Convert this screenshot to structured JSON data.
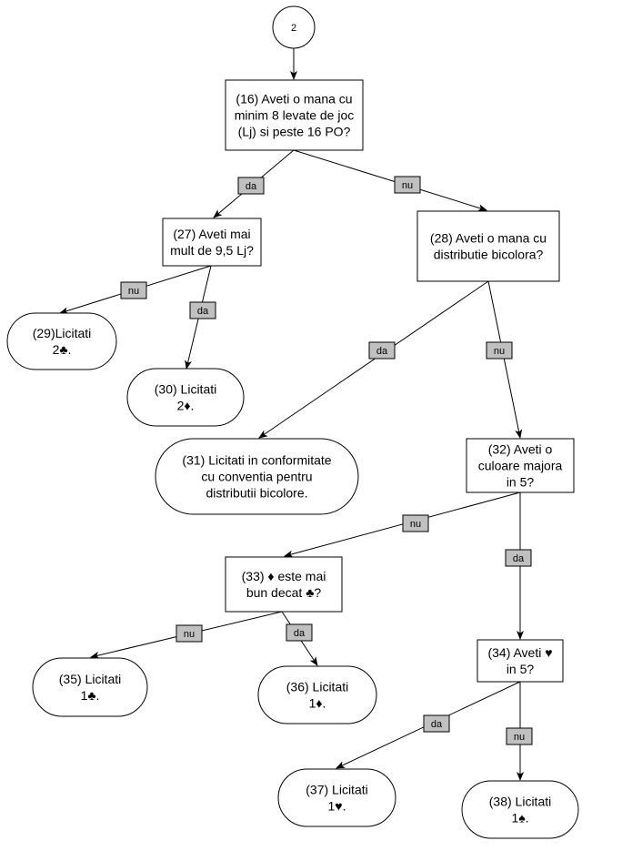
{
  "connector": {
    "label": "2"
  },
  "nodes": [
    {
      "id": "n16",
      "lines": [
        "(16) Aveti o mana cu",
        "minim 8 levate de joc",
        "(Lj) si peste 16 PO?"
      ]
    },
    {
      "id": "n27",
      "lines": [
        "(27) Aveti mai",
        "mult de 9,5 Lj?"
      ]
    },
    {
      "id": "n28",
      "lines": [
        "(28) Aveti o mana cu",
        "distributie bicolora?"
      ]
    },
    {
      "id": "n29",
      "lines": [
        "(29)Licitati",
        "2♣."
      ]
    },
    {
      "id": "n30",
      "lines": [
        "(30) Licitati",
        "2♦."
      ]
    },
    {
      "id": "n31",
      "lines": [
        "(31) Licitati in conformitate",
        "cu conventia pentru",
        "distributii bicolore."
      ]
    },
    {
      "id": "n32",
      "lines": [
        "(32) Aveti o",
        "culoare majora",
        "in 5?"
      ]
    },
    {
      "id": "n33",
      "lines": [
        "(33) ♦ este mai",
        "bun decat ♣?"
      ]
    },
    {
      "id": "n34",
      "lines": [
        "(34) Aveti ♥",
        "in 5?"
      ]
    },
    {
      "id": "n35",
      "lines": [
        "(35) Licitati",
        "1♣."
      ]
    },
    {
      "id": "n36",
      "lines": [
        "(36) Licitati",
        "1♦."
      ]
    },
    {
      "id": "n37",
      "lines": [
        "(37) Licitati",
        "1♥."
      ]
    },
    {
      "id": "n38",
      "lines": [
        "(38) Licitati",
        "1♠."
      ]
    }
  ],
  "edges": [
    {
      "id": "c-16",
      "label": ""
    },
    {
      "id": "16-27",
      "label": "da"
    },
    {
      "id": "16-28",
      "label": "nu"
    },
    {
      "id": "27-29",
      "label": "nu"
    },
    {
      "id": "27-30",
      "label": "da"
    },
    {
      "id": "28-31",
      "label": "da"
    },
    {
      "id": "28-32",
      "label": "nu"
    },
    {
      "id": "32-33",
      "label": "nu"
    },
    {
      "id": "32-34",
      "label": "da"
    },
    {
      "id": "33-35",
      "label": "nu"
    },
    {
      "id": "33-36",
      "label": "da"
    },
    {
      "id": "34-37",
      "label": "da"
    },
    {
      "id": "34-38",
      "label": "nu"
    }
  ]
}
